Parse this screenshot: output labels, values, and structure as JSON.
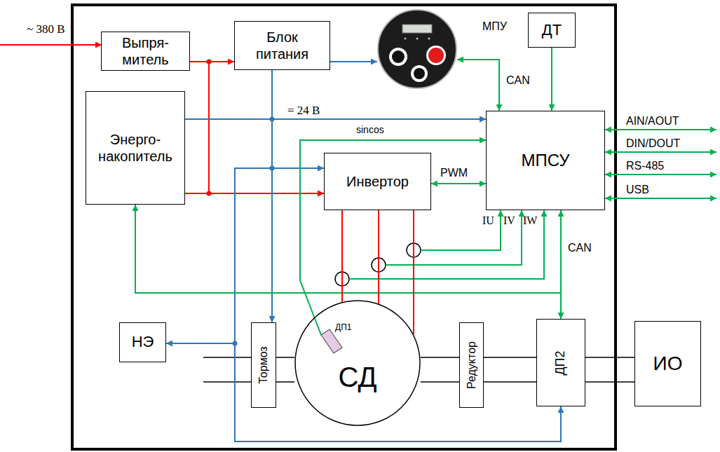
{
  "diagram": {
    "nodes": [
      {
        "text": [
          "Выпря- митель"
        ]
      },
      {
        "text": [
          "Блок питания"
        ]
      },
      {
        "text": [
          "МПУ"
        ]
      },
      {
        "text": [
          "ДТ"
        ]
      },
      {
        "text": [
          "Энерго- накопитель"
        ]
      },
      {
        "text": [
          "Инвертор"
        ]
      },
      {
        "text": [
          "МПСУ"
        ]
      },
      {
        "text": [
          "НЭ"
        ]
      },
      {
        "text": [
          "Тормоз"
        ]
      },
      {
        "text": [
          "СД"
        ]
      },
      {
        "text": [
          "ДП1"
        ],
        "in": 9
      },
      {
        "text": [
          "Редуктор"
        ]
      },
      {
        "text": [
          "ДП2"
        ]
      },
      {
        "text": [
          "ИО"
        ]
      }
    ],
    "edges": [
      {
        "from": 0,
        "to": 1,
        "arrow": "to"
      },
      {
        "from": 0,
        "to": 5,
        "arrow": "to"
      },
      {
        "from": 0,
        "to": 4,
        "arrow": "none"
      },
      {
        "from": 4,
        "to": 5,
        "arrow": "to"
      },
      {
        "from": 1,
        "to": 2,
        "arrow": "to"
      },
      {
        "from": 1,
        "to": 6,
        "arrow": "to"
      },
      {
        "from": 4,
        "to": 6,
        "arrow": "to"
      },
      {
        "from": 1,
        "to": 5,
        "arrow": "to"
      },
      {
        "from": 1,
        "to": 8,
        "arrow": "to"
      },
      {
        "from": 1,
        "to": 7,
        "arrow": "to"
      },
      {
        "from": 1,
        "to": 12,
        "arrow": "to"
      },
      {
        "from": 2,
        "to": 6,
        "label": "CAN",
        "arrow": "both"
      },
      {
        "from": 3,
        "to": 6,
        "arrow": "to"
      },
      {
        "from": 5,
        "to": 6,
        "label": "PWM",
        "arrow": "both"
      },
      {
        "from": 10,
        "to": 6,
        "label": "sincos",
        "arrow": "to"
      },
      {
        "from": 6,
        "to": 12,
        "label": "CAN",
        "arrow": "both"
      },
      {
        "from": 6,
        "to": 4,
        "arrow": "to"
      },
      {
        "from": 5,
        "to": 9,
        "arrow": "none"
      },
      {
        "from": 5,
        "to": 9,
        "arrow": "none"
      },
      {
        "from": 5,
        "to": 9,
        "arrow": "none"
      },
      {
        "from": 8,
        "to": 9,
        "arrow": "none"
      },
      {
        "from": 9,
        "to": 11,
        "arrow": "none"
      },
      {
        "from": 11,
        "to": 12,
        "arrow": "none"
      },
      {
        "from": 12,
        "to": 13,
        "arrow": "none"
      }
    ],
    "labels": [
      "~ 380 В",
      "= 24 В",
      "AIN/AOUT",
      "DIN/DOUT",
      "RS-485",
      "USB",
      "IU",
      "IV",
      "IW"
    ]
  }
}
